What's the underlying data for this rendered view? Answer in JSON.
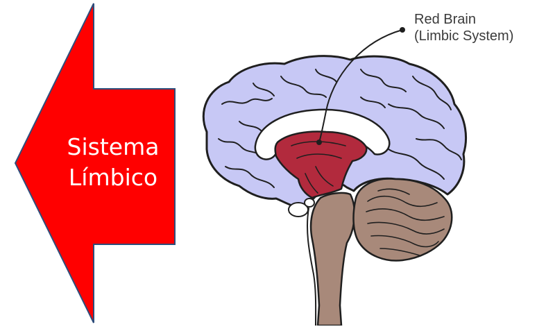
{
  "arrow": {
    "label_line1": "Sistema",
    "label_line2": "Límbico",
    "fill_color": "#ff0000",
    "stroke_color": "#2e4d7b",
    "direction": "left"
  },
  "callout": {
    "line1": "Red Brain",
    "line2": "(Limbic System)"
  },
  "brain": {
    "cortex_color": "#c7c8f5",
    "limbic_color": "#b22a3d",
    "brainstem_color": "#a8897a",
    "cerebellum_color": "#a8897a",
    "outline_color": "#1f1f1f"
  }
}
